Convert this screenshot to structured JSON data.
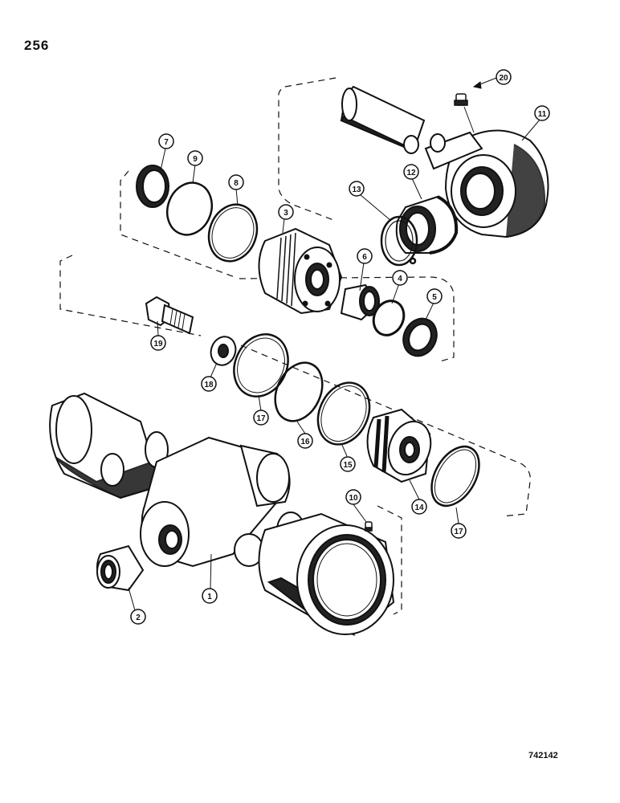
{
  "page_number": "256",
  "drawing_id": "742142",
  "colors": {
    "ink": "#111111",
    "paper": "#ffffff",
    "shade": "#222222"
  },
  "callouts": [
    {
      "id": "c1",
      "label": "1"
    },
    {
      "id": "c2",
      "label": "2"
    },
    {
      "id": "c3",
      "label": "3"
    },
    {
      "id": "c4",
      "label": "4"
    },
    {
      "id": "c5",
      "label": "5"
    },
    {
      "id": "c6",
      "label": "6"
    },
    {
      "id": "c7",
      "label": "7"
    },
    {
      "id": "c8",
      "label": "8"
    },
    {
      "id": "c9",
      "label": "9"
    },
    {
      "id": "c10",
      "label": "10"
    },
    {
      "id": "c11",
      "label": "11"
    },
    {
      "id": "c12",
      "label": "12"
    },
    {
      "id": "c13",
      "label": "13"
    },
    {
      "id": "c14",
      "label": "14"
    },
    {
      "id": "c15",
      "label": "15"
    },
    {
      "id": "c16",
      "label": "16"
    },
    {
      "id": "c17a",
      "label": "17"
    },
    {
      "id": "c17b",
      "label": "17"
    },
    {
      "id": "c18",
      "label": "18"
    },
    {
      "id": "c19",
      "label": "19"
    },
    {
      "id": "c20",
      "label": "20"
    }
  ]
}
